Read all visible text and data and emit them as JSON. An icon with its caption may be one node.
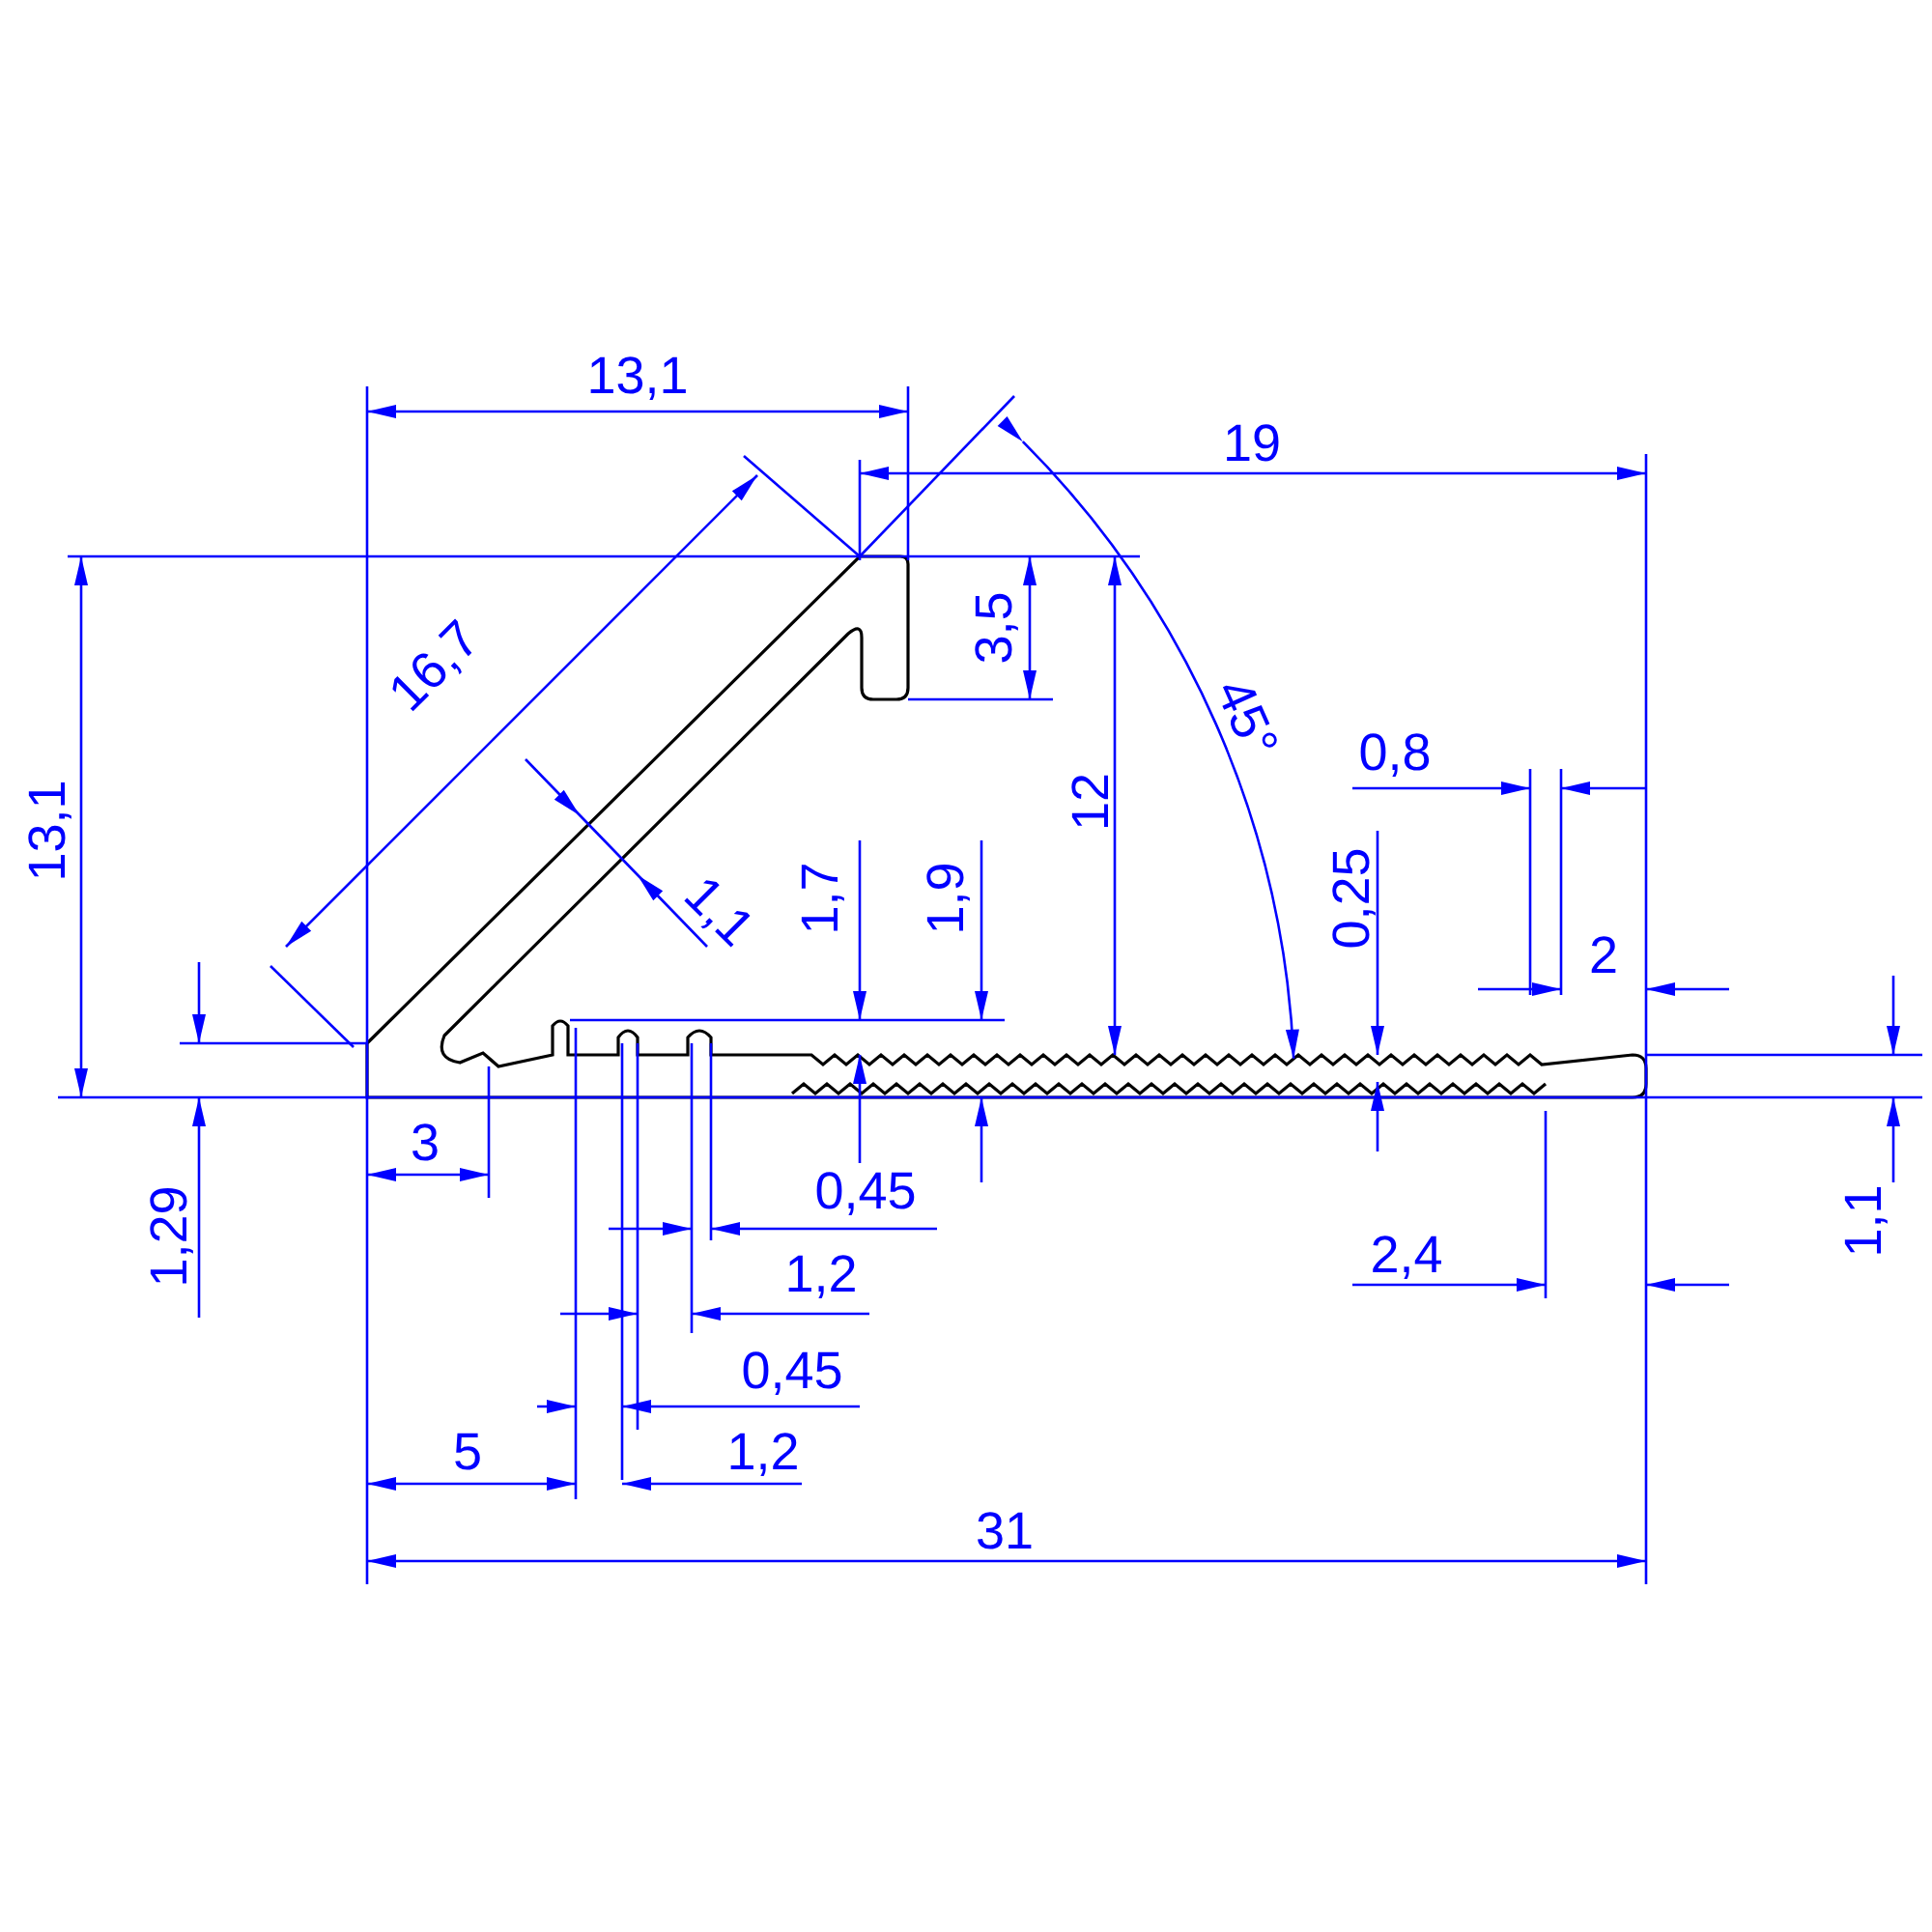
{
  "diagram": {
    "labels": [
      "13,1",
      "19",
      "16,7",
      "3,5",
      "45°",
      "0,8",
      "13,1",
      "12",
      "1,7",
      "1,9",
      "0,25",
      "1,1",
      "2",
      "3",
      "0,45",
      "1,29",
      "1,1",
      "2,4",
      "1,2",
      "0,45",
      "5",
      "1,2",
      "31"
    ]
  }
}
